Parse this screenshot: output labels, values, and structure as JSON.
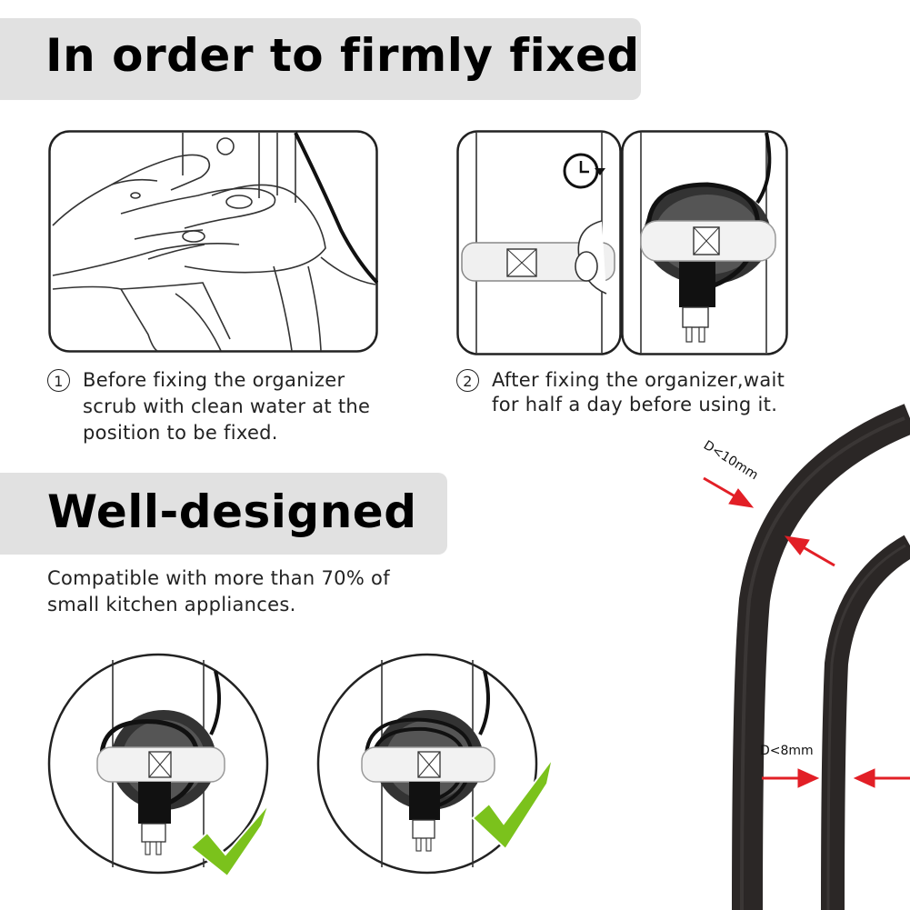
{
  "heading_1": "In order to firmly fixed",
  "heading_2": "Well-designed",
  "steps": [
    {
      "number": "1",
      "lines": [
        "Before fixing the organizer",
        "scrub with clean water at the",
        "position to be fixed."
      ]
    },
    {
      "number": "2",
      "lines": [
        "After fixing the organizer,wait",
        "for half a day before using it."
      ]
    }
  ],
  "compatibility": [
    "Compatible with more than 70% of",
    "small kitchen appliances."
  ],
  "dimensions": {
    "outer_cable": "D<10mm",
    "inner_cable": "D<8mm"
  },
  "icons": [
    "hand-wiping-illustration",
    "clock-icon",
    "organizer-press-illustration",
    "organizer-with-cord-illustration",
    "check-icon"
  ],
  "colors": {
    "banner": "#e1e1e1",
    "arrow": "#e21f26",
    "check": "#7bc21c",
    "cable": "#2b2726"
  }
}
